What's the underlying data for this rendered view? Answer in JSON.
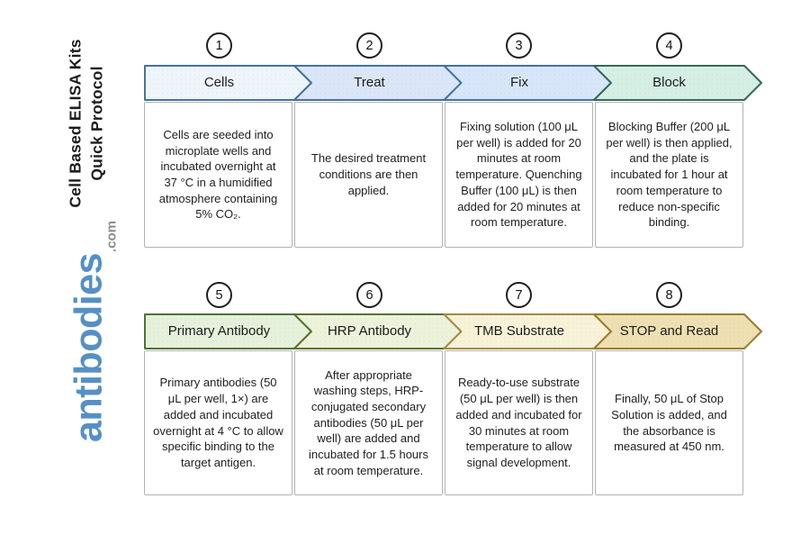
{
  "sidebar": {
    "title_line1": "Cell Based ELISA Kits",
    "title_line2": "Quick Protocol",
    "logo_text": "antibodies",
    "logo_suffix": ".com",
    "logo_color": "#5590c5",
    "logo_suffix_color": "#8d8d8d"
  },
  "rows": [
    {
      "steps": [
        {
          "number": "1",
          "label": "Cells",
          "description": "Cells are seeded into microplate wells and incubated overnight at 37 °C in a humidified atmosphere containing 5% CO₂.",
          "colors": {
            "fill": "#eef5fb",
            "stroke": "#44739f"
          }
        },
        {
          "number": "2",
          "label": "Treat",
          "description": "The desired treatment conditions are then applied.",
          "colors": {
            "fill": "#dbe6f8",
            "stroke": "#44739f"
          }
        },
        {
          "number": "3",
          "label": "Fix",
          "description": "Fixing solution (100 μL per well) is added for 20 minutes at room temperature. Quenching Buffer (100 μL) is then added for 20 minutes at room temperature.",
          "colors": {
            "fill": "#d7e7f9",
            "stroke": "#44739f"
          }
        },
        {
          "number": "4",
          "label": "Block",
          "description": "Blocking Buffer (200 μL per well) is then applied, and the plate is incubated for 1 hour at room temperature to reduce non-specific binding.",
          "colors": {
            "fill": "#d5efe5",
            "stroke": "#3a685c"
          }
        }
      ]
    },
    {
      "steps": [
        {
          "number": "5",
          "label": "Primary Antibody",
          "description": "Primary antibodies (50 μL per well, 1×) are added and incubated overnight at 4 °C to allow specific binding to the target antigen.",
          "colors": {
            "fill": "#e5f1db",
            "stroke": "#4c7433"
          }
        },
        {
          "number": "6",
          "label": "HRP Antibody",
          "description": "After appropriate washing steps, HRP-conjugated secondary antibodies (50 μL per well) are added and incubated for 1.5 hours at room temperature.",
          "colors": {
            "fill": "#edf3da",
            "stroke": "#5d7030"
          }
        },
        {
          "number": "7",
          "label": "TMB Substrate",
          "description": "Ready-to-use substrate (50 μL per well) is then added and incubated for 30 minutes at room temperature to allow signal development.",
          "colors": {
            "fill": "#f8f3d8",
            "stroke": "#a8893f"
          }
        },
        {
          "number": "8",
          "label": "STOP and Read",
          "description": "Finally, 50 μL of Stop Solution is added, and the absorbance is measured at 450 nm.",
          "colors": {
            "fill": "#eee0b2",
            "stroke": "#9b7c2f"
          }
        }
      ]
    }
  ]
}
